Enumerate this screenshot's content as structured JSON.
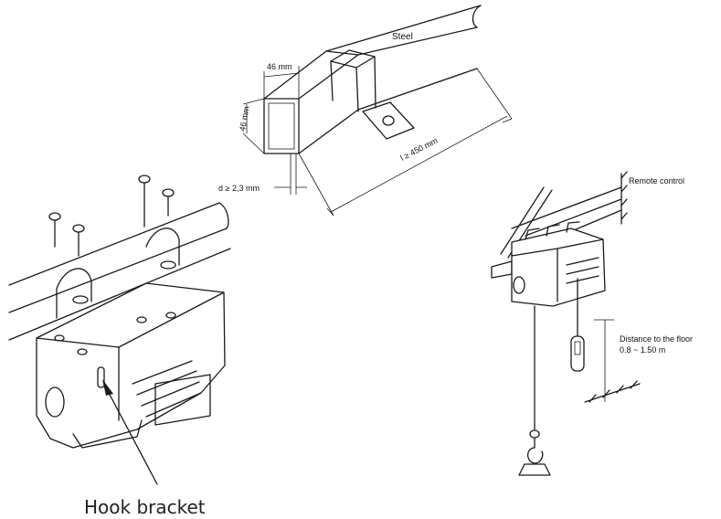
{
  "figure": {
    "beam": {
      "material_label": "Steel",
      "width_label": "46 mm",
      "height_label": "46 mm",
      "thickness_label": "d ≥ 2,3 mm",
      "length_label": "l ≥ 450 mm"
    },
    "hoist": {
      "bracket_label": "Hook bracket"
    },
    "installed": {
      "remote_label": "Remote control",
      "floor_label_line1": "Distance to the floor",
      "floor_label_line2": "0.8 ~ 1.50 m"
    }
  }
}
